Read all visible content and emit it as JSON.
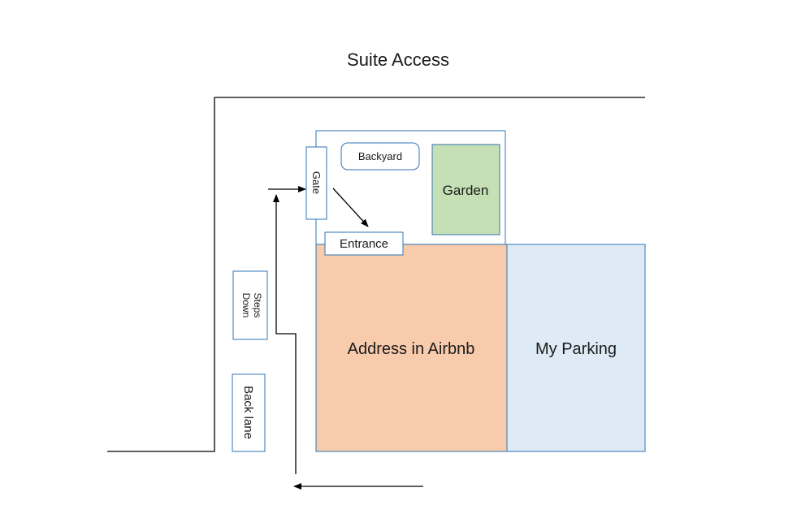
{
  "title": "Suite Access",
  "labels": {
    "backyard": "Backyard",
    "garden": "Garden",
    "gate": "Gate",
    "entrance": "Entrance",
    "steps_down": [
      "Steps",
      "Down"
    ],
    "back_lane": "Back lane",
    "address": "Address in Airbnb",
    "parking": "My Parking"
  },
  "colors": {
    "garden_fill": "#c5e0b4",
    "garden_stroke": "#2e75b6",
    "address_fill": "#f8cbad",
    "parking_fill": "#deebf7",
    "region_stroke": "#2e75b6",
    "line": "#000000"
  }
}
